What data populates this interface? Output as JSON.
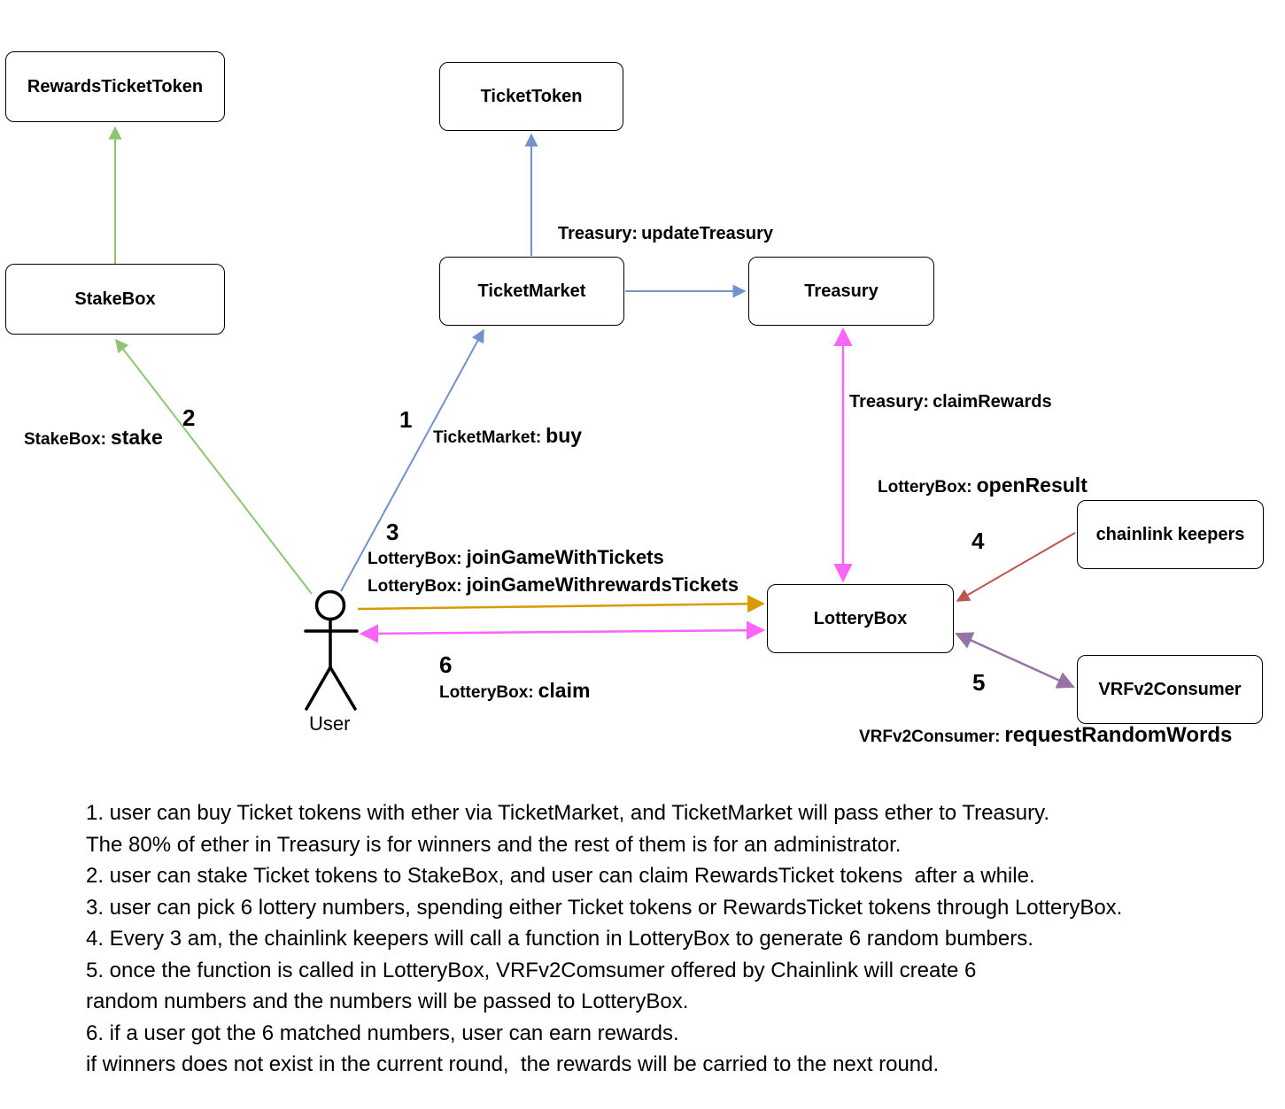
{
  "diagram": {
    "nodes": {
      "rewards_ticket_token": "RewardsTicketToken",
      "stake_box": "StakeBox",
      "ticket_token": "TicketToken",
      "ticket_market": "TicketMarket",
      "treasury": "Treasury",
      "chainlink_keepers": "chainlink keepers",
      "lottery_box": "LotteryBox",
      "vrfv2_consumer": "VRFv2Consumer"
    },
    "actor": {
      "label": "User"
    },
    "edge_labels": {
      "update_treasury": {
        "prefix": "Treasury:",
        "method": "updateTreasury"
      },
      "claim_rewards": {
        "prefix": "Treasury:",
        "method": "claimRewards"
      },
      "open_result": {
        "prefix": "LotteryBox:",
        "method": "openResult"
      },
      "stake": {
        "number": "2",
        "prefix": "StakeBox:",
        "method": "stake"
      },
      "buy": {
        "number": "1",
        "prefix": "TicketMarket:",
        "method": "buy"
      },
      "join": {
        "number": "3",
        "line1_prefix": "LotteryBox:",
        "line1_method": "joinGameWithTickets",
        "line2_prefix": "LotteryBox:",
        "line2_method": "joinGameWithrewardsTickets"
      },
      "claim": {
        "number": "6",
        "prefix": "LotteryBox:",
        "method": "claim"
      },
      "keepers_call": {
        "number": "4"
      },
      "vrf_call": {
        "number": "5"
      },
      "request_random_words": {
        "prefix": "VRFv2Consumer:",
        "method": "requestRandomWords"
      }
    },
    "colors": {
      "green": "#8DC573",
      "blue": "#7491C9",
      "pink": "#F964F9",
      "orange": "#D79B00",
      "red": "#BC5450",
      "purple": "#9673A6",
      "node_border": "#000000"
    }
  },
  "notes": [
    "1. user can buy Ticket tokens with ether via TicketMarket, and TicketMarket will pass ether to Treasury.",
    "The 80% of ether in Treasury is for winners and the rest of them is for an administrator.",
    "2. user can stake Ticket tokens to StakeBox, and user can claim RewardsTicket tokens  after a while.",
    "3. user can pick 6 lottery numbers, spending either Ticket tokens or RewardsTicket tokens through LotteryBox.",
    "4. Every 3 am, the chainlink keepers will call a function in LotteryBox to generate 6 random bumbers.",
    "5. once the function is called in LotteryBox, VRFv2Comsumer offered by Chainlink will create 6",
    "random numbers and the numbers will be passed to LotteryBox.",
    "6. if a user got the 6 matched numbers, user can earn rewards.",
    "if winners does not exist in the current round,  the rewards will be carried to the next round."
  ]
}
